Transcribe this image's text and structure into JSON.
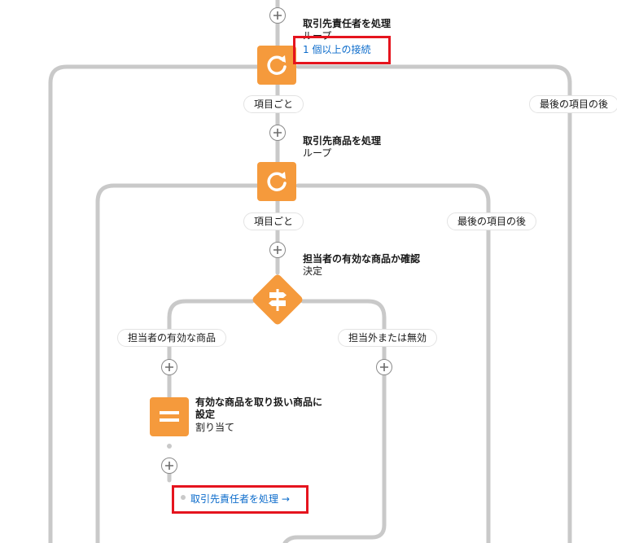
{
  "loop_contacts": {
    "title": "取引先責任者を処理",
    "type": "ループ",
    "connector_link": "1 個以上の接続",
    "for_each_label": "項目ごと",
    "after_last_label": "最後の項目の後"
  },
  "loop_products": {
    "title": "取引先商品を処理",
    "type": "ループ",
    "for_each_label": "項目ごと",
    "after_last_label": "最後の項目の後"
  },
  "decision": {
    "title": "担当者の有効な商品か確認",
    "type": "決定",
    "outcome_left": "担当者の有効な商品",
    "outcome_right": "担当外または無効"
  },
  "assignment": {
    "title_line1": "有効な商品を取り扱い商品に",
    "title_line2": "設定",
    "type": "割り当て"
  },
  "goto_link": {
    "label": "取引先責任者を処理 →"
  },
  "colors": {
    "node": "#f59a3c",
    "connector": "#c9c9c9",
    "link": "#0b6bcb",
    "highlight": "#e5141e"
  }
}
